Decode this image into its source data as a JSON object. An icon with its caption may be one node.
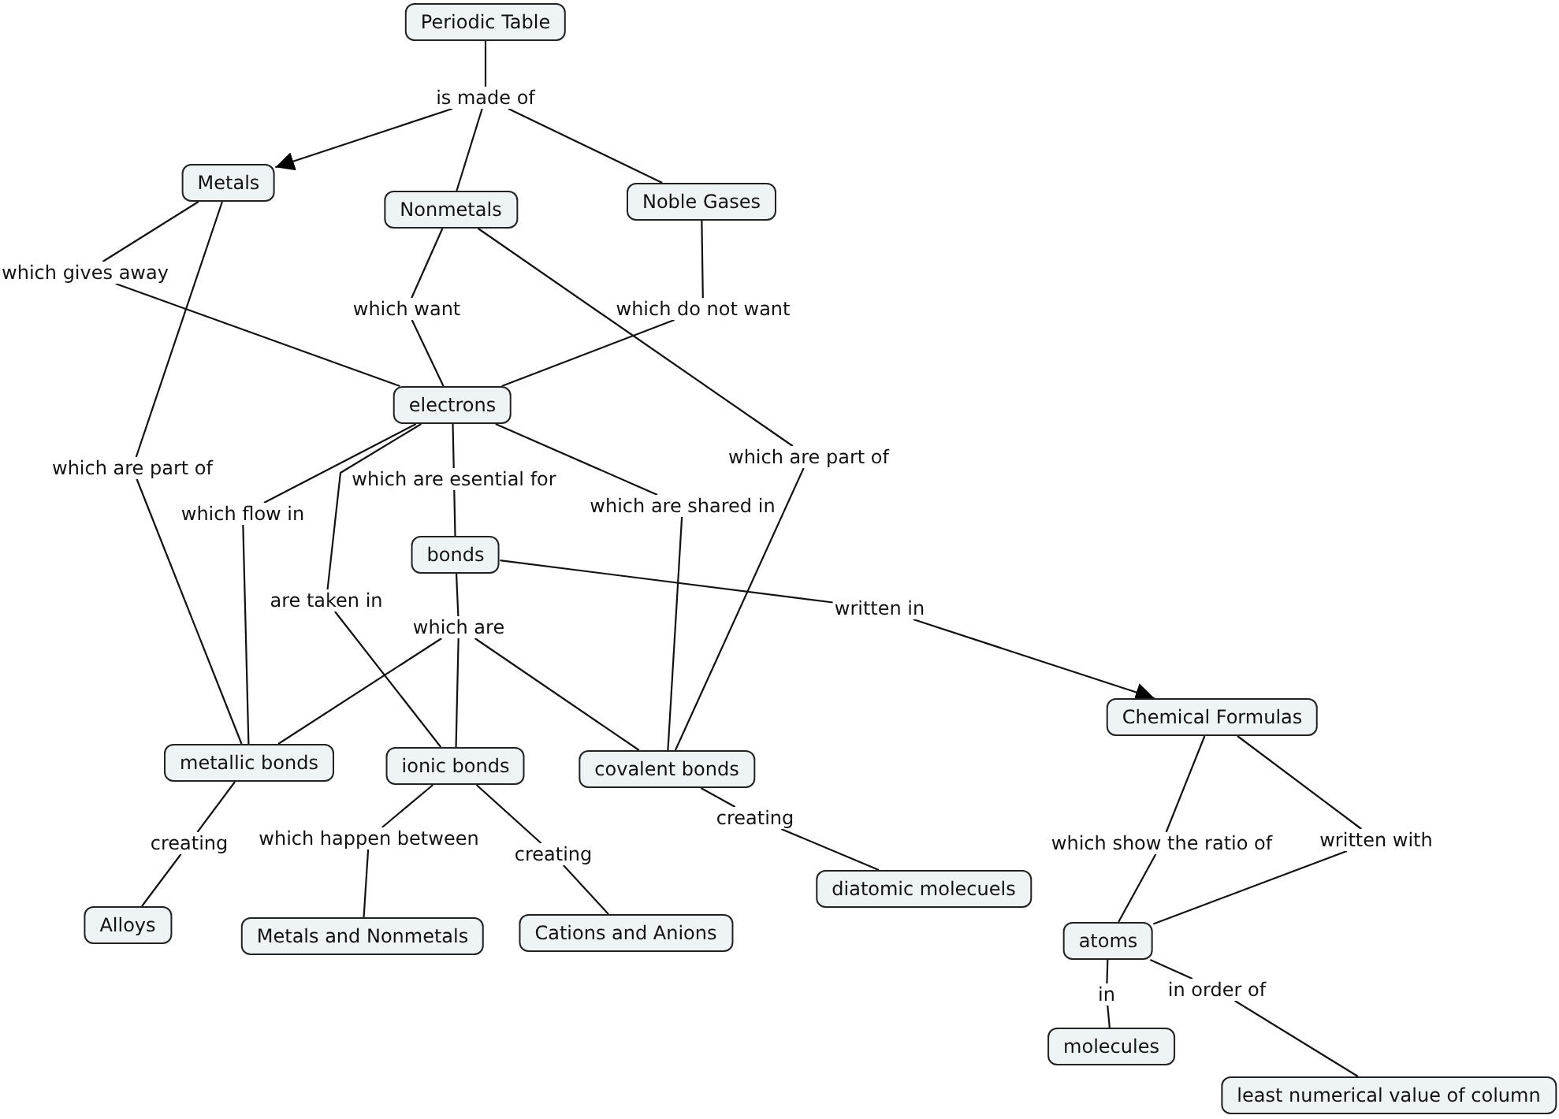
{
  "diagram": {
    "nodes": [
      {
        "text": [
          "Periodic Table"
        ]
      },
      {
        "text": [
          "is made of"
        ]
      },
      {
        "text": [
          "Metals"
        ]
      },
      {
        "text": [
          "Nonmetals"
        ]
      },
      {
        "text": [
          "Noble Gases"
        ]
      },
      {
        "text": [
          "which gives away"
        ]
      },
      {
        "text": [
          "which want"
        ]
      },
      {
        "text": [
          "which do not want"
        ]
      },
      {
        "text": [
          "electrons"
        ]
      },
      {
        "text": [
          "which are part of"
        ]
      },
      {
        "text": [
          "which are part of"
        ]
      },
      {
        "text": [
          "which flow in"
        ]
      },
      {
        "text": [
          "which are esential for"
        ]
      },
      {
        "text": [
          "which are shared in"
        ]
      },
      {
        "text": [
          "bonds"
        ]
      },
      {
        "text": [
          "are taken in"
        ]
      },
      {
        "text": [
          "written in"
        ]
      },
      {
        "text": [
          "which are"
        ]
      },
      {
        "text": [
          "Chemical Formulas"
        ]
      },
      {
        "text": [
          "metallic bonds"
        ]
      },
      {
        "text": [
          "ionic bonds"
        ]
      },
      {
        "text": [
          "covalent bonds"
        ]
      },
      {
        "text": [
          "creating"
        ]
      },
      {
        "text": [
          "which happen between"
        ]
      },
      {
        "text": [
          "creating"
        ]
      },
      {
        "text": [
          "creating"
        ]
      },
      {
        "text": [
          "which show the ratio of"
        ]
      },
      {
        "text": [
          "written with"
        ]
      },
      {
        "text": [
          "diatomic molecuels"
        ]
      },
      {
        "text": [
          "Alloys"
        ]
      },
      {
        "text": [
          "Metals and Nonmetals"
        ]
      },
      {
        "text": [
          "Cations and Anions"
        ]
      },
      {
        "text": [
          "atoms"
        ]
      },
      {
        "text": [
          "in"
        ]
      },
      {
        "text": [
          "in order of"
        ]
      },
      {
        "text": [
          "molecules"
        ]
      },
      {
        "text": [
          "least numerical value of column"
        ]
      }
    ],
    "edges": [
      {
        "from": 0,
        "to": 1,
        "arrow": "none"
      },
      {
        "from": 1,
        "to": 2,
        "arrow": "to"
      },
      {
        "from": 1,
        "to": 3,
        "arrow": "none"
      },
      {
        "from": 1,
        "to": 4,
        "arrow": "none"
      },
      {
        "from": 2,
        "to": 5,
        "arrow": "none"
      },
      {
        "from": 5,
        "to": 8,
        "arrow": "none"
      },
      {
        "from": 3,
        "to": 6,
        "arrow": "none"
      },
      {
        "from": 6,
        "to": 8,
        "arrow": "none"
      },
      {
        "from": 4,
        "to": 7,
        "arrow": "none"
      },
      {
        "from": 7,
        "to": 8,
        "arrow": "none"
      },
      {
        "from": 2,
        "to": 9,
        "arrow": "none"
      },
      {
        "from": 9,
        "to": 19,
        "arrow": "none"
      },
      {
        "from": 3,
        "to": 10,
        "arrow": "none"
      },
      {
        "from": 10,
        "to": 21,
        "arrow": "none"
      },
      {
        "from": 8,
        "to": 11,
        "arrow": "none"
      },
      {
        "from": 11,
        "to": 19,
        "arrow": "none"
      },
      {
        "from": 8,
        "to": 12,
        "arrow": "none"
      },
      {
        "from": 12,
        "to": 14,
        "arrow": "none"
      },
      {
        "from": 8,
        "to": 13,
        "arrow": "none"
      },
      {
        "from": 13,
        "to": 21,
        "arrow": "none"
      },
      {
        "from": 8,
        "to": 15,
        "arrow": "none"
      },
      {
        "from": 15,
        "to": 20,
        "arrow": "none"
      },
      {
        "from": 14,
        "to": 16,
        "arrow": "none"
      },
      {
        "from": 16,
        "to": 18,
        "arrow": "to"
      },
      {
        "from": 14,
        "to": 17,
        "arrow": "none"
      },
      {
        "from": 17,
        "to": 19,
        "arrow": "none"
      },
      {
        "from": 17,
        "to": 20,
        "arrow": "none"
      },
      {
        "from": 17,
        "to": 21,
        "arrow": "none"
      },
      {
        "from": 19,
        "to": 22,
        "arrow": "none"
      },
      {
        "from": 22,
        "to": 29,
        "arrow": "none"
      },
      {
        "from": 20,
        "to": 23,
        "arrow": "none"
      },
      {
        "from": 23,
        "to": 30,
        "arrow": "none"
      },
      {
        "from": 20,
        "to": 24,
        "arrow": "none"
      },
      {
        "from": 24,
        "to": 31,
        "arrow": "none"
      },
      {
        "from": 21,
        "to": 25,
        "arrow": "none"
      },
      {
        "from": 25,
        "to": 28,
        "arrow": "none"
      },
      {
        "from": 18,
        "to": 26,
        "arrow": "none"
      },
      {
        "from": 26,
        "to": 32,
        "arrow": "none"
      },
      {
        "from": 18,
        "to": 27,
        "arrow": "none"
      },
      {
        "from": 27,
        "to": 32,
        "arrow": "none"
      },
      {
        "from": 32,
        "to": 33,
        "arrow": "none"
      },
      {
        "from": 33,
        "to": 35,
        "arrow": "none"
      },
      {
        "from": 32,
        "to": 34,
        "arrow": "none"
      },
      {
        "from": 34,
        "to": 36,
        "arrow": "none"
      }
    ]
  }
}
